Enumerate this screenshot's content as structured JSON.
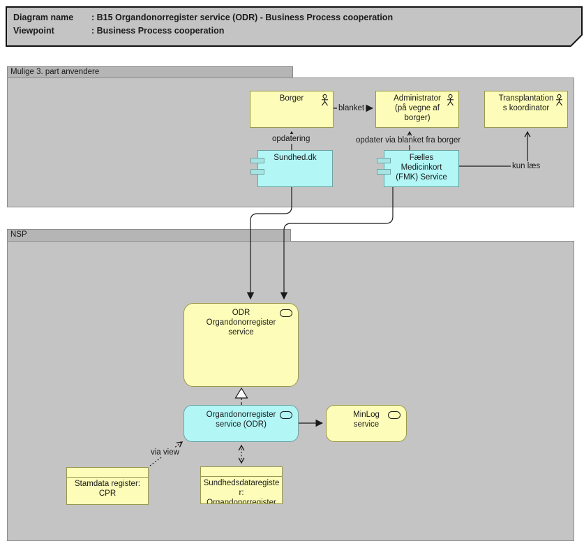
{
  "title": {
    "rows": [
      {
        "label": "Diagram name",
        "sep": ": ",
        "value": "B15 Organdonorregister service (ODR) - Business Process cooperation"
      },
      {
        "label": "Viewpoint",
        "sep": ": ",
        "value": "Business Process cooperation"
      }
    ]
  },
  "groups": {
    "third_party": {
      "label": "Mulige 3. part anvendere"
    },
    "nsp": {
      "label": "NSP"
    }
  },
  "nodes": {
    "borger": {
      "label": "Borger",
      "type": "business-actor"
    },
    "administrator": {
      "label": "Administrator\n(på vegne af\nborger)",
      "type": "business-actor"
    },
    "transplant": {
      "label": "Transplantation\ns koordinator",
      "type": "business-actor"
    },
    "sundhed": {
      "label": "Sundhed.dk",
      "type": "application-component"
    },
    "fmk": {
      "label": "Fælles\nMedicinkort\n(FMK) Service",
      "type": "application-component"
    },
    "odr": {
      "label": "ODR\nOrgandonorregister\nservice",
      "type": "application-service"
    },
    "odr_service": {
      "label": "Organdonorregister\nservice (ODR)",
      "type": "application-service"
    },
    "minlog": {
      "label": "MinLog\nservice",
      "type": "application-service"
    },
    "stamdata": {
      "label": "Stamdata register:\nCPR",
      "type": "data-object"
    },
    "sdr": {
      "label": "Sundhedsdataregiste\nr:\nOrgandonorregister",
      "type": "data-object"
    }
  },
  "connector_labels": {
    "blanket": "blanket",
    "opdatering": "opdatering",
    "opdater_via": "opdater via blanket fra borger",
    "kun_laes": "kun læs",
    "via_view": "via view"
  },
  "colors": {
    "yellow_fill": "#FDFDB9",
    "yellow_border": "#99994D",
    "cyan_fill": "#B2F6F6",
    "cyan_border": "#6FA3A3",
    "group_body": "#C4C4C4",
    "group_tab": "#B5B5B5",
    "title_fill": "#C4C4C4",
    "line": "#1A1A1A"
  }
}
